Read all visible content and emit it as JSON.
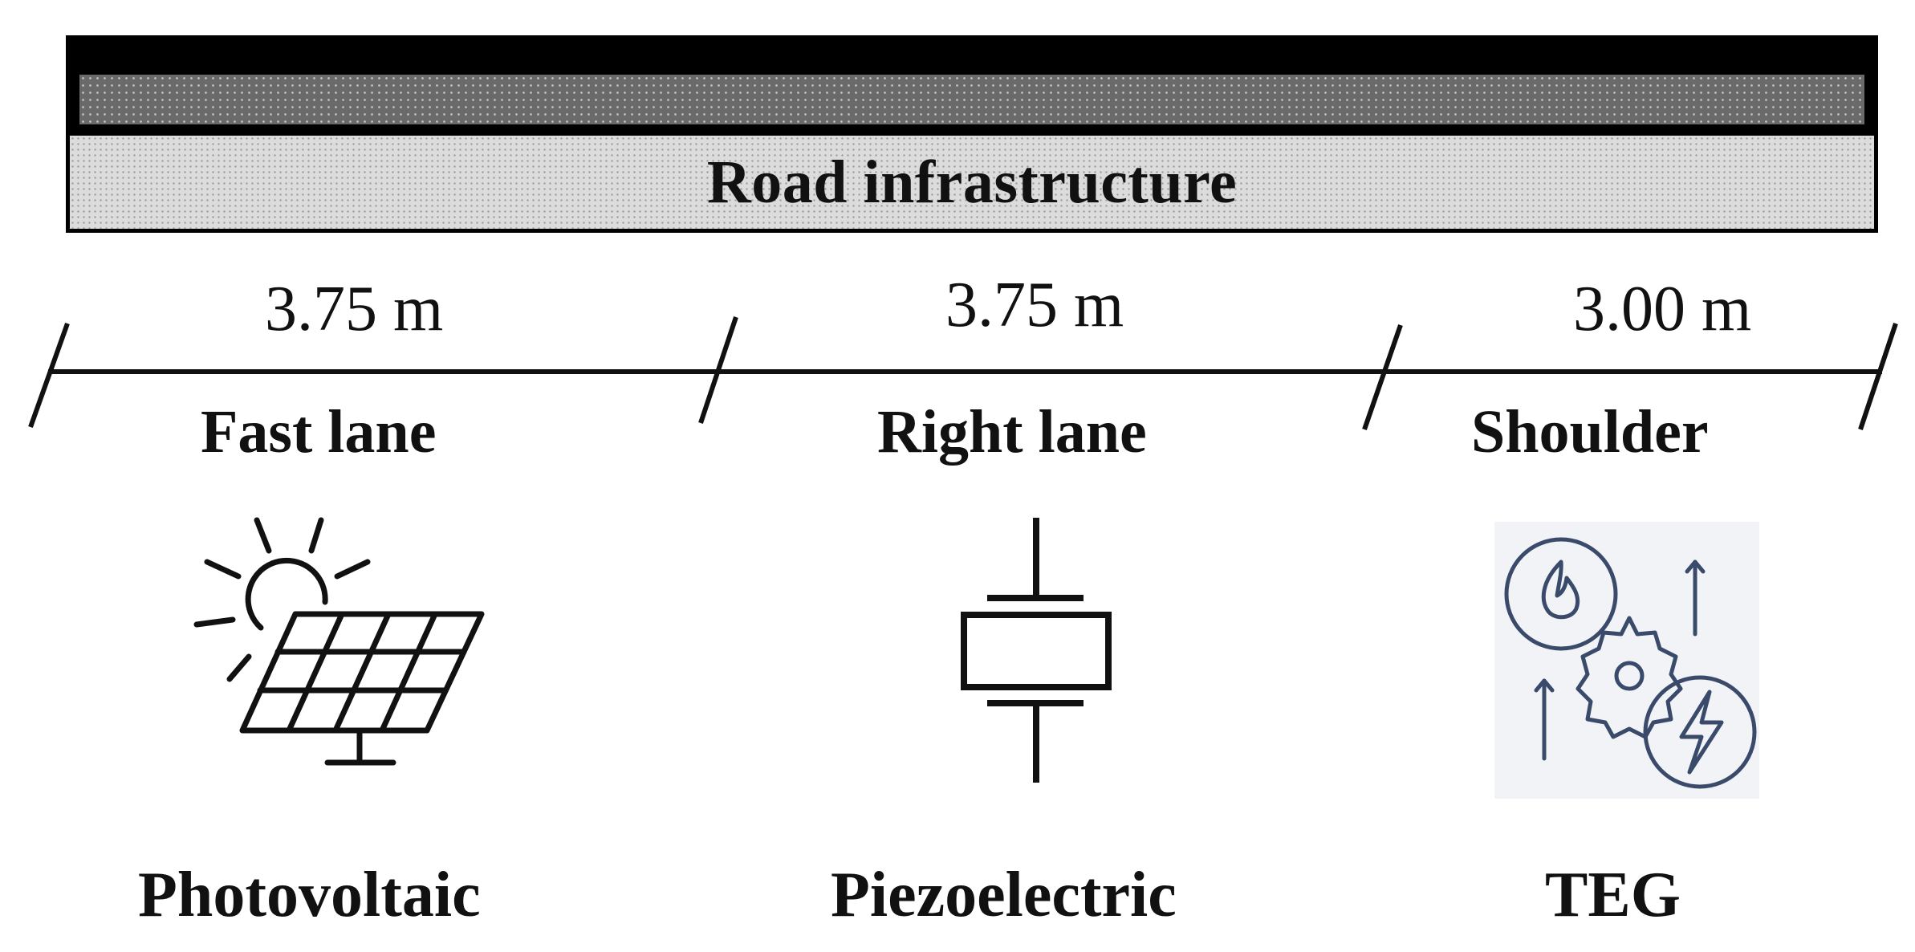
{
  "road": {
    "label": "Road infrastructure"
  },
  "segments": [
    {
      "width": "3.75 m",
      "lane": "Fast lane",
      "device": "Photovoltaic",
      "icon": "solar-panel-icon"
    },
    {
      "width": "3.75 m",
      "lane": "Right lane",
      "device": "Piezoelectric",
      "icon": "piezoelectric-icon"
    },
    {
      "width": "3.00 m",
      "lane": "Shoulder",
      "device": "TEG",
      "icon": "teg-icon"
    }
  ],
  "colors": {
    "line": "#111111",
    "teg_icon": "#3a4a6a",
    "teg_bg": "#f2f3f7"
  }
}
